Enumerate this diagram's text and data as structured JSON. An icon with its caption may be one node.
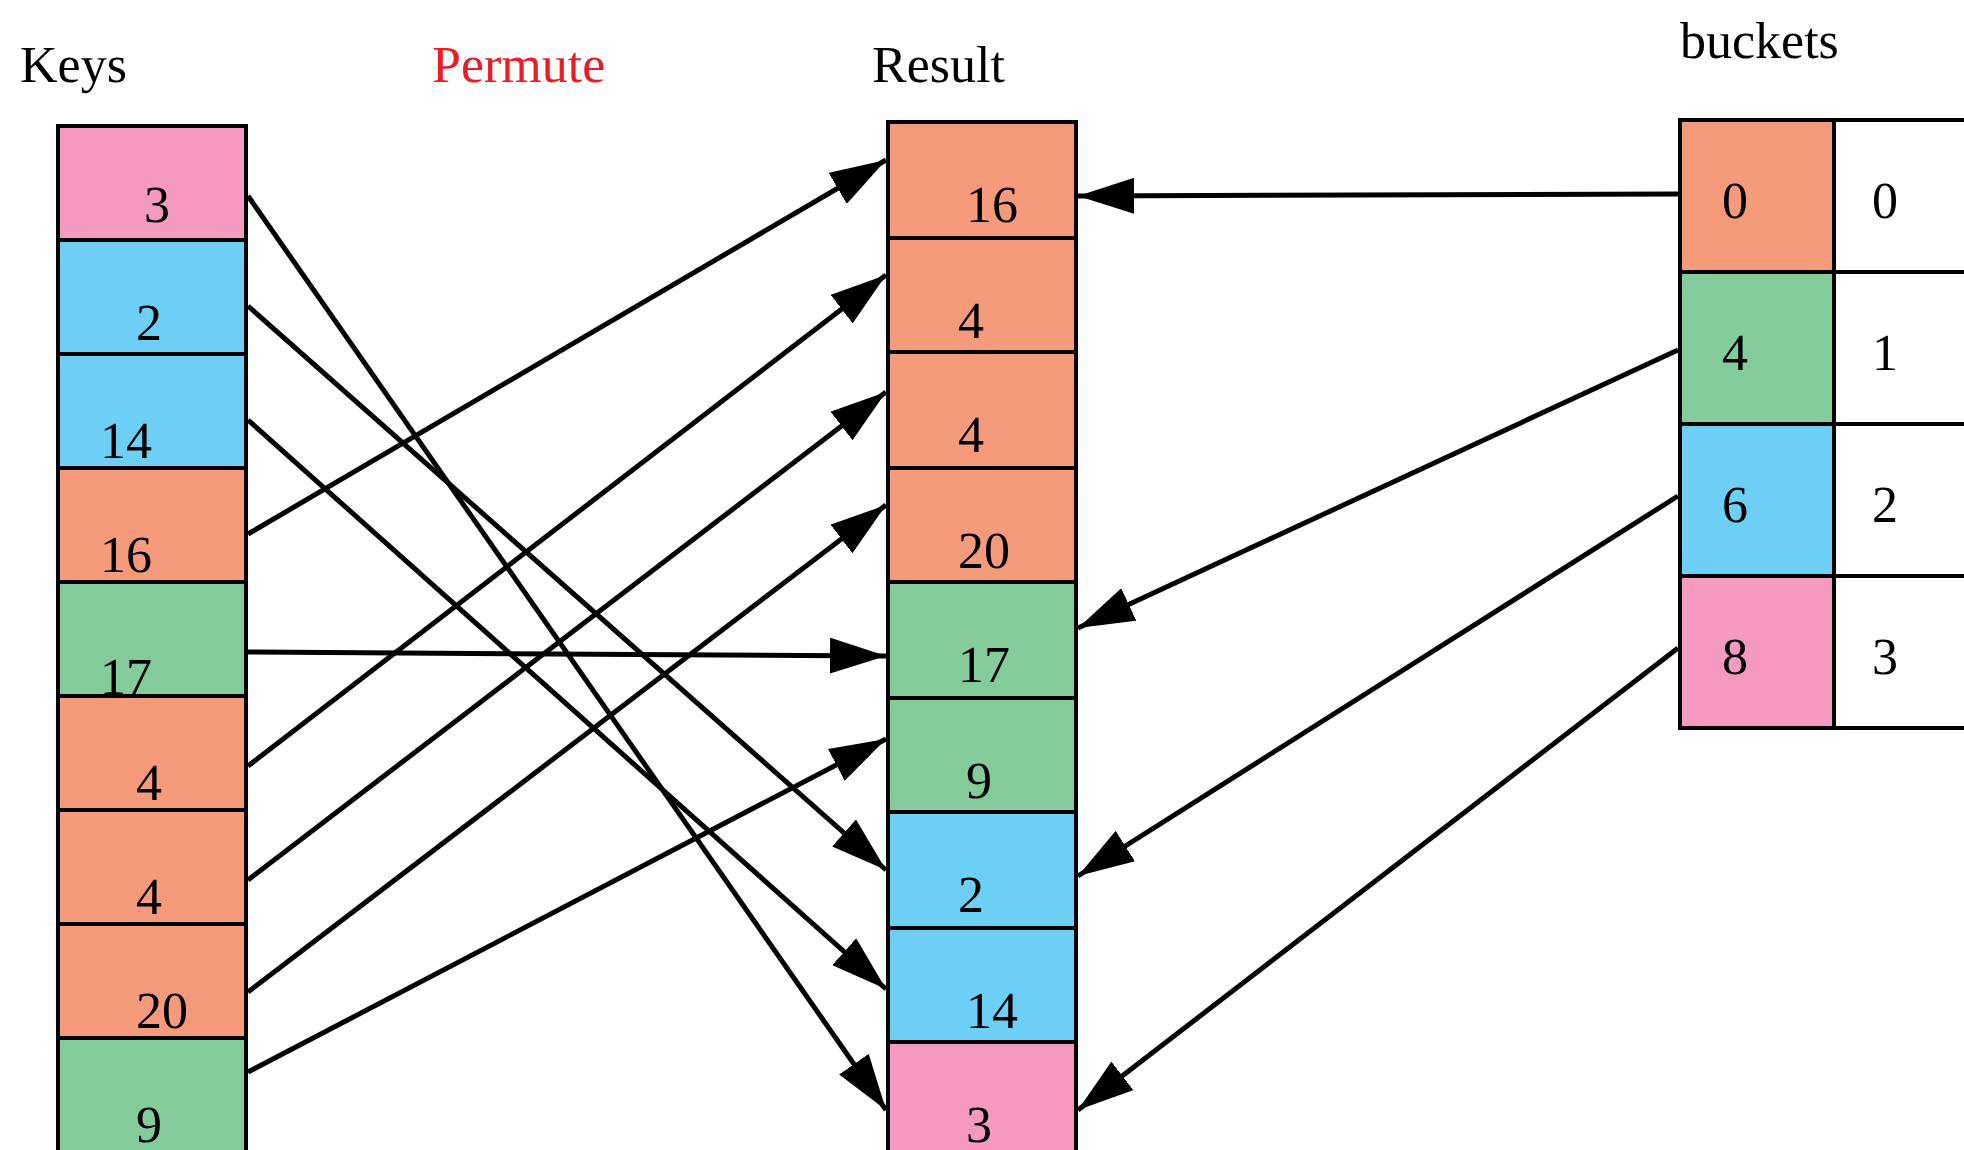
{
  "diagram": {
    "nodes": [
      {
        "text": [
          "3"
        ]
      },
      {
        "text": [
          "2"
        ]
      },
      {
        "text": [
          "14"
        ]
      },
      {
        "text": [
          "16"
        ]
      },
      {
        "text": [
          "17"
        ]
      },
      {
        "text": [
          "4"
        ]
      },
      {
        "text": [
          "4"
        ]
      },
      {
        "text": [
          "20"
        ]
      },
      {
        "text": [
          "9"
        ]
      },
      {
        "text": [
          "16"
        ]
      },
      {
        "text": [
          "4"
        ]
      },
      {
        "text": [
          "4"
        ]
      },
      {
        "text": [
          "20"
        ]
      },
      {
        "text": [
          "17"
        ]
      },
      {
        "text": [
          "9"
        ]
      },
      {
        "text": [
          "2"
        ]
      },
      {
        "text": [
          "14"
        ]
      },
      {
        "text": [
          "3"
        ]
      },
      {
        "text": [
          "0"
        ]
      },
      {
        "text": [
          "4"
        ]
      },
      {
        "text": [
          "6"
        ]
      },
      {
        "text": [
          "8"
        ]
      },
      {
        "text": [
          "0"
        ]
      },
      {
        "text": [
          "1"
        ]
      },
      {
        "text": [
          "2"
        ]
      },
      {
        "text": [
          "3"
        ]
      }
    ],
    "edges": [
      {
        "from": 0,
        "to": 17,
        "arrow": "to"
      },
      {
        "from": 1,
        "to": 15,
        "arrow": "to"
      },
      {
        "from": 2,
        "to": 16,
        "arrow": "to"
      },
      {
        "from": 3,
        "to": 9,
        "arrow": "to"
      },
      {
        "from": 4,
        "to": 13,
        "arrow": "to"
      },
      {
        "from": 5,
        "to": 10,
        "arrow": "to"
      },
      {
        "from": 6,
        "to": 11,
        "arrow": "to"
      },
      {
        "from": 7,
        "to": 12,
        "arrow": "to"
      },
      {
        "from": 8,
        "to": 14,
        "arrow": "to"
      },
      {
        "from": 18,
        "to": 9,
        "arrow": "to"
      },
      {
        "from": 19,
        "to": 13,
        "arrow": "to"
      },
      {
        "from": 20,
        "to": 15,
        "arrow": "to"
      },
      {
        "from": 21,
        "to": 17,
        "arrow": "to"
      }
    ],
    "labels": [
      "Keys",
      "Permute",
      "Result",
      "buckets"
    ]
  }
}
